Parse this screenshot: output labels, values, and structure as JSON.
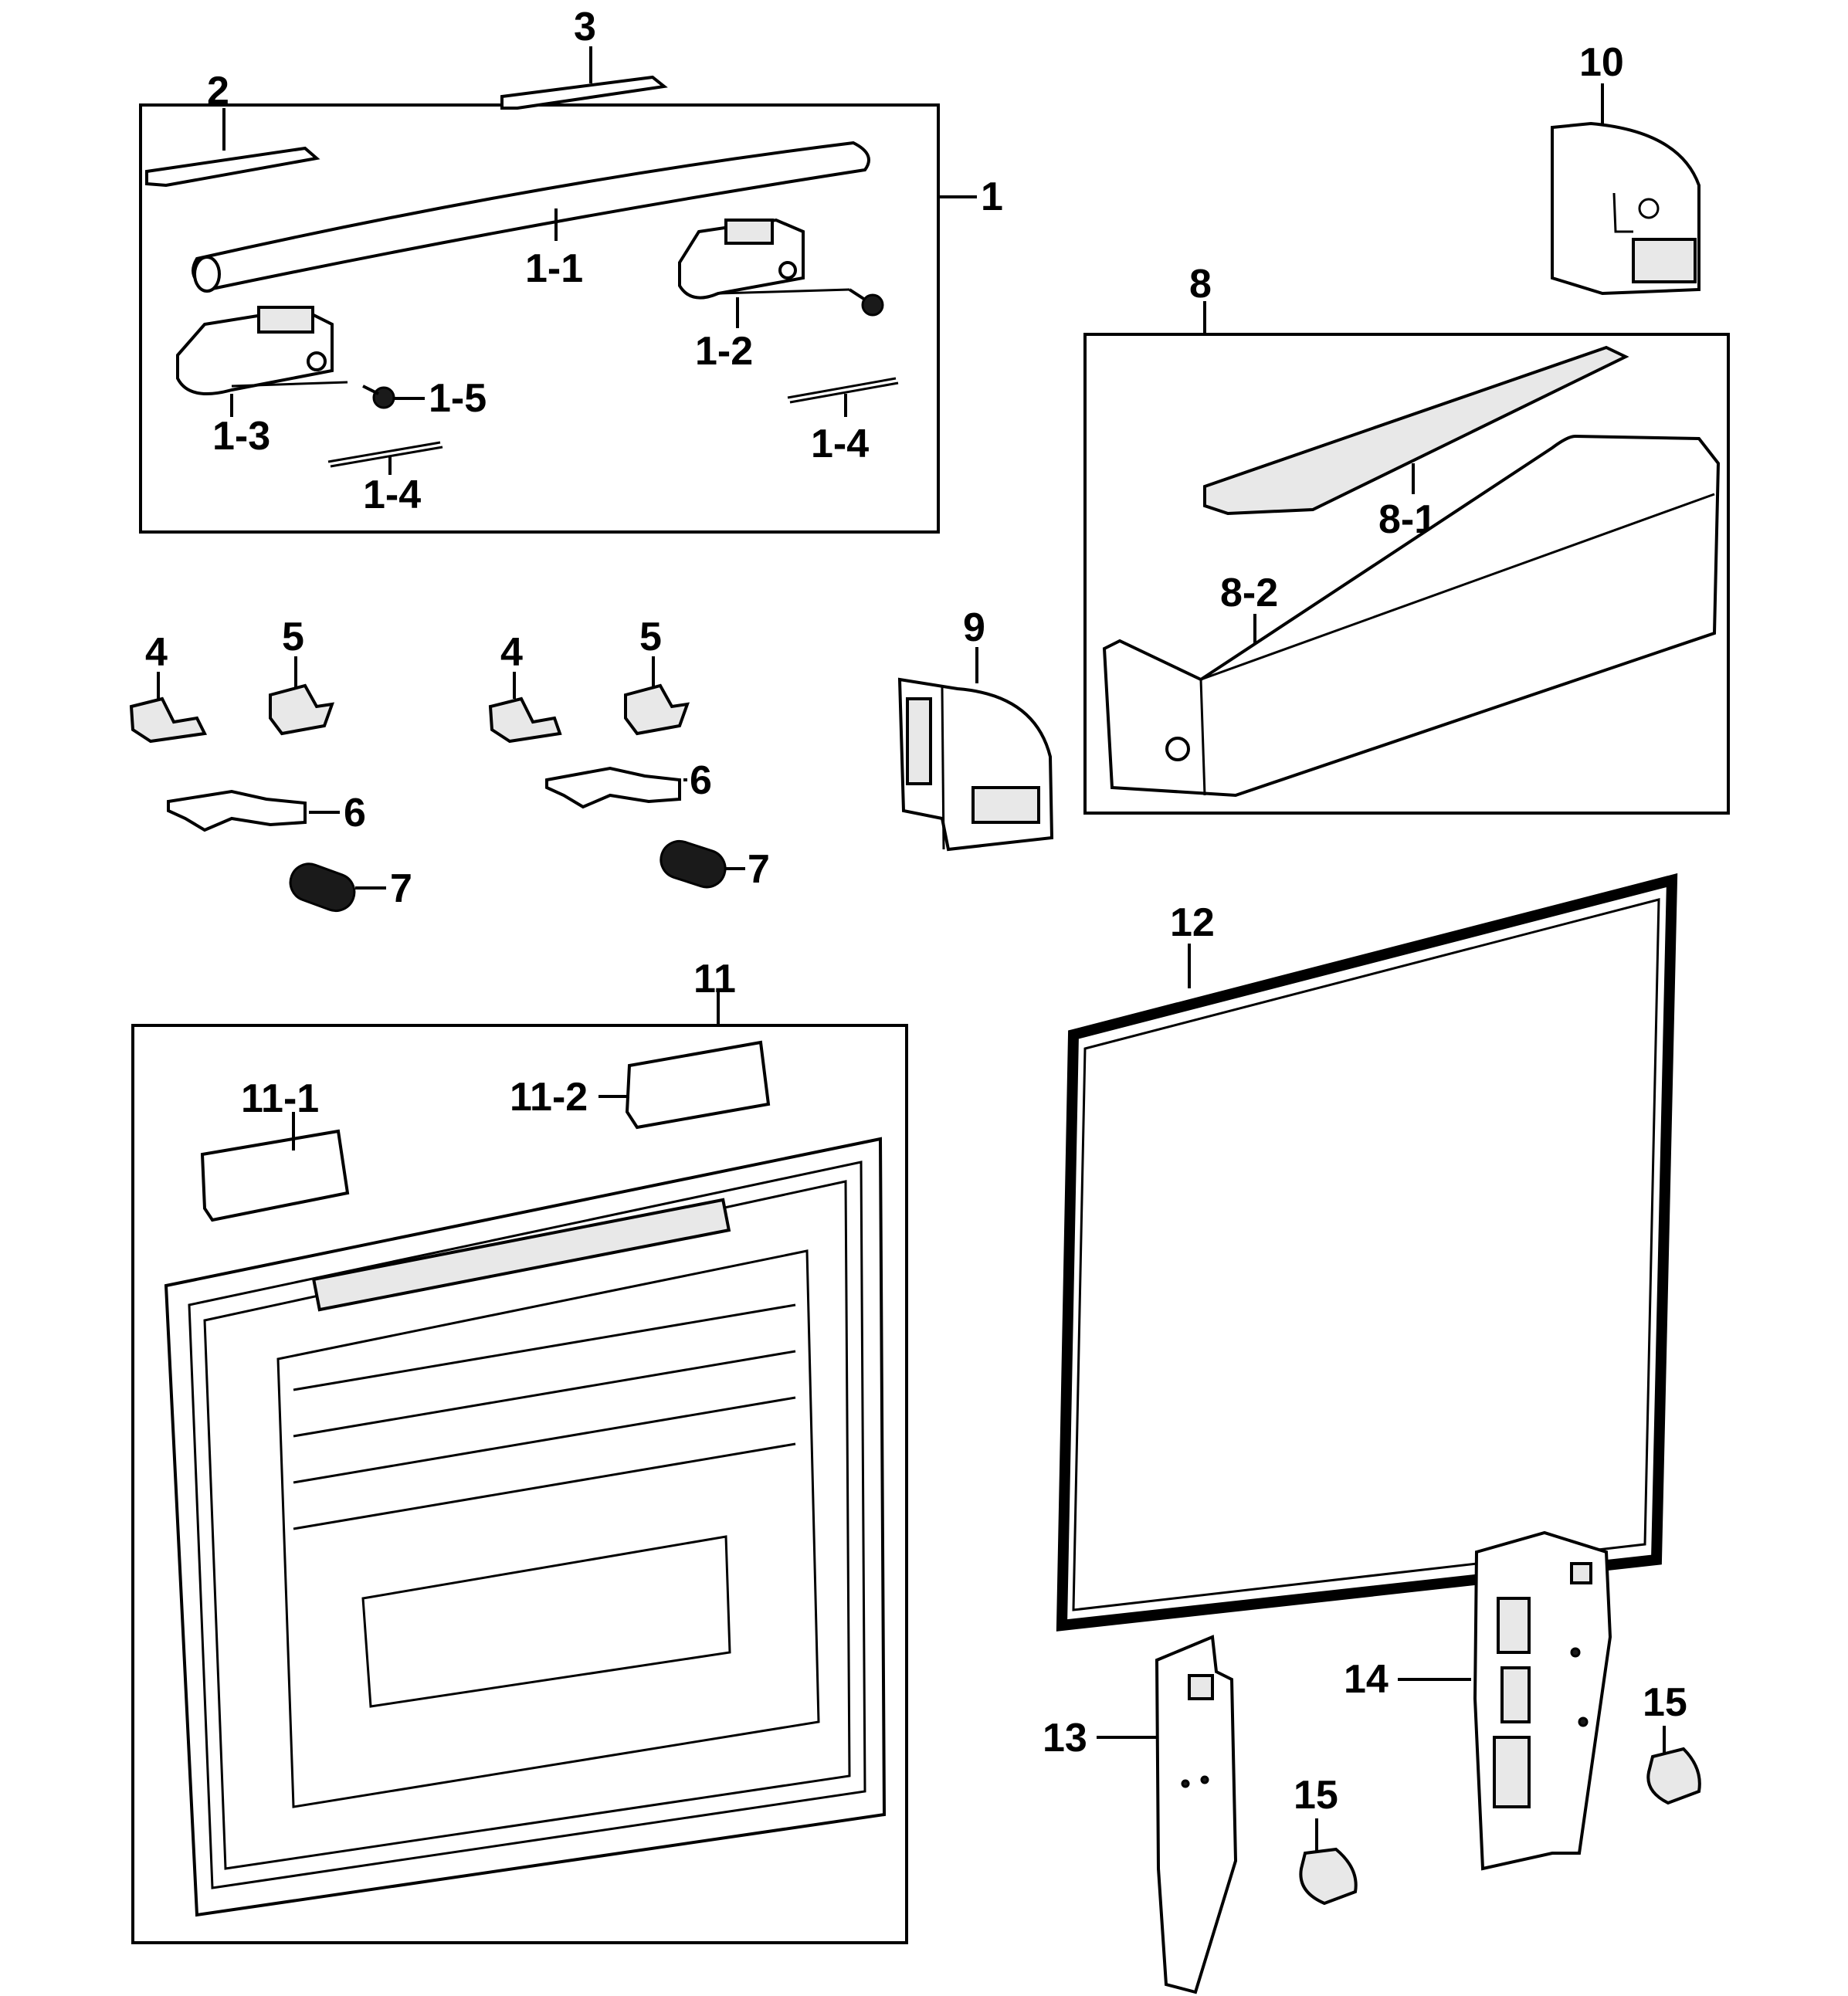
{
  "labels": {
    "p1": "1",
    "p1_1": "1-1",
    "p1_2": "1-2",
    "p1_3": "1-3",
    "p1_4a": "1-4",
    "p1_4b": "1-4",
    "p1_5": "1-5",
    "p2": "2",
    "p3": "3",
    "p4a": "4",
    "p4b": "4",
    "p5a": "5",
    "p5b": "5",
    "p6a": "6",
    "p6b": "6",
    "p7a": "7",
    "p7b": "7",
    "p8": "8",
    "p8_1": "8-1",
    "p8_2": "8-2",
    "p9": "9",
    "p10": "10",
    "p11": "11",
    "p11_1": "11-1",
    "p11_2": "11-2",
    "p12": "12",
    "p13": "13",
    "p14": "14",
    "p15a": "15",
    "p15b": "15"
  }
}
